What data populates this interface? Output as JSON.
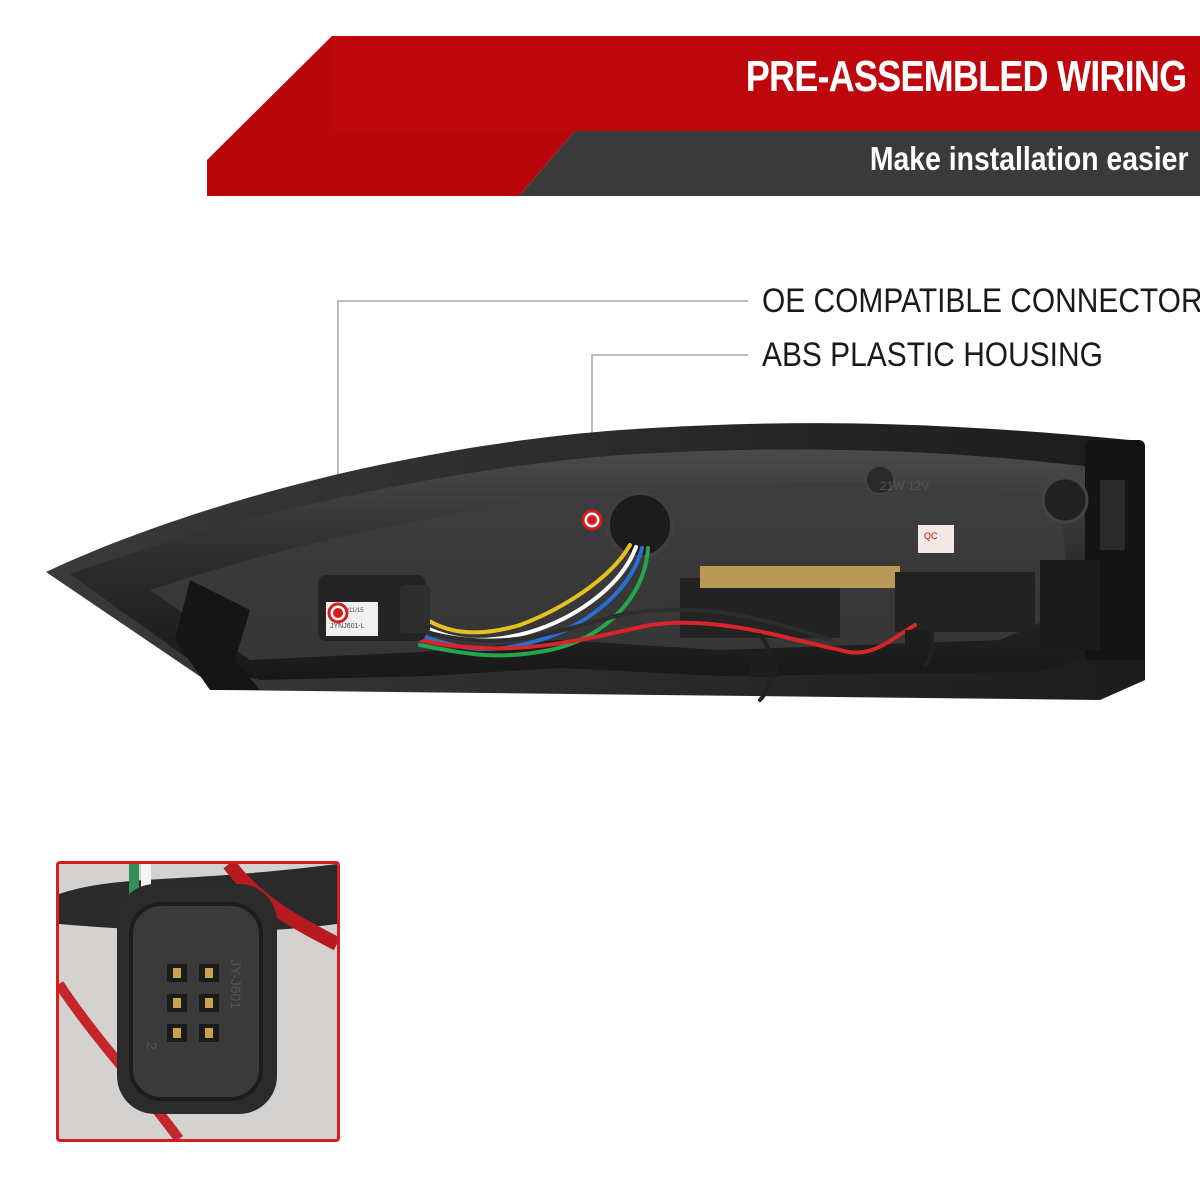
{
  "banner": {
    "title": "PRE-ASSEMBLED WIRING",
    "subtitle": "Make installation easier",
    "red_color": "#c0060d",
    "dark_color": "#3a3a3a"
  },
  "callouts": [
    {
      "label": "OE COMPATIBLE CONNECTOR"
    },
    {
      "label": "ABS PLASTIC HOUSING"
    }
  ],
  "product": {
    "connector_label_date": "2019/11/15",
    "connector_label_code": "JYNJ601-L",
    "qc_sticker": "QC",
    "voltage_marking": "21W 12V",
    "inset_connector_marking": "JY-J601",
    "inset_pin_number": "2"
  },
  "marker_color": "#d31d1f"
}
